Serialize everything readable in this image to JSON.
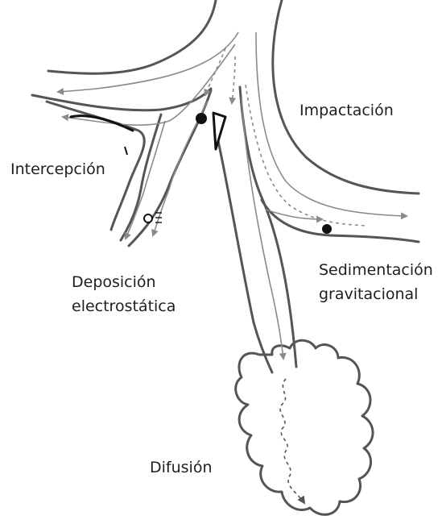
{
  "labels": {
    "impactacion": "Impactación",
    "intercepcion": "Intercepción",
    "deposicion_line1": "Deposición",
    "deposicion_line2": "electrostática",
    "sedimentacion_line1": "Sedimentación",
    "sedimentacion_line2": "gravitacional",
    "difusion": "Difusión"
  },
  "colors": {
    "wall": "#555555",
    "flow_arrow": "#8a8a8a",
    "particle": "#111111",
    "text": "#1e1e1e"
  }
}
